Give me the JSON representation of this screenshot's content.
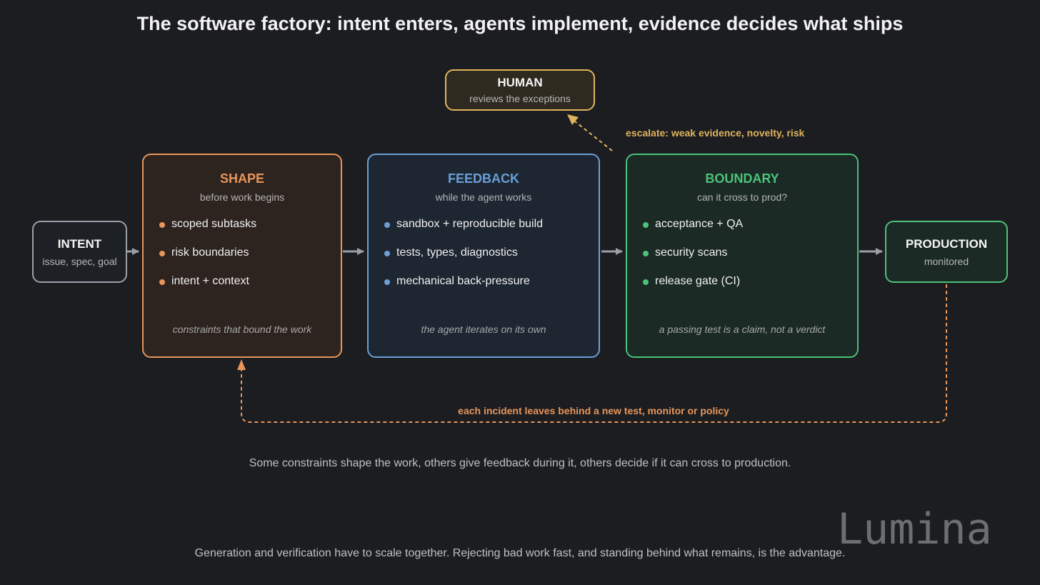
{
  "title": "The software factory: intent enters, agents implement, evidence decides what ships",
  "nodes": {
    "intent": {
      "title": "INTENT",
      "subtitle": "issue, spec, goal",
      "color": "#9aa0aa"
    },
    "shape": {
      "title": "SHAPE",
      "subtitle": "before work begins",
      "color": "#e8955a",
      "items": [
        "scoped subtasks",
        "risk boundaries",
        "intent + context"
      ],
      "footer": "constraints that bound the work"
    },
    "feedback": {
      "title": "FEEDBACK",
      "subtitle": "while the agent works",
      "color": "#6a9fd8",
      "items": [
        "sandbox + reproducible build",
        "tests, types, diagnostics",
        "mechanical back-pressure"
      ],
      "footer": "the agent iterates on its own"
    },
    "boundary": {
      "title": "BOUNDARY",
      "subtitle": "can it cross to prod?",
      "color": "#4cc27a",
      "items": [
        "acceptance + QA",
        "security scans",
        "release gate (CI)"
      ],
      "footer": "a passing test is a claim, not a verdict"
    },
    "production": {
      "title": "PRODUCTION",
      "subtitle": "monitored",
      "color": "#4cc27a"
    },
    "human": {
      "title": "HUMAN",
      "subtitle": "reviews the exceptions",
      "color": "#e0b35c"
    }
  },
  "edges": {
    "escalate_label": "escalate: weak evidence, novelty, risk",
    "incident_label": "each incident leaves behind a new test, monitor or policy"
  },
  "captions": {
    "line1": "Some constraints shape the work, others give feedback during it, others decide if it can cross to production.",
    "line2": "Generation and verification have to scale together. Rejecting bad work fast, and standing behind what remains, is the advantage."
  },
  "watermark": "Lumina"
}
